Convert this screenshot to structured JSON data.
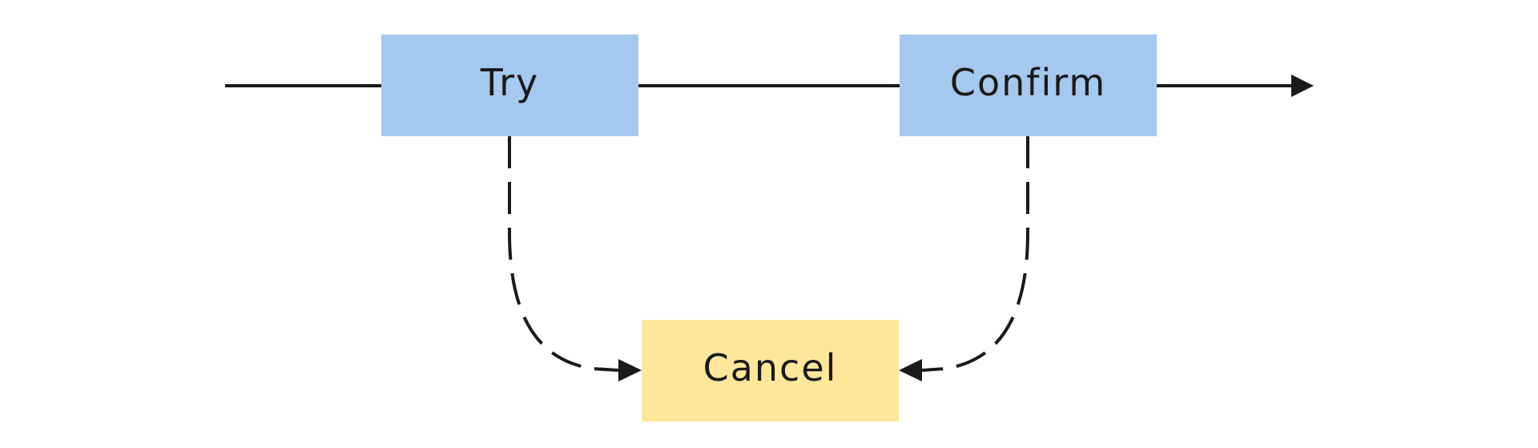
{
  "diagram": {
    "nodes": {
      "try": {
        "label": "Try",
        "fill": "#a5c8ef"
      },
      "confirm": {
        "label": "Confirm",
        "fill": "#a5c8ef"
      },
      "cancel": {
        "label": "Cancel",
        "fill": "#fee79b"
      }
    },
    "edges": [
      {
        "from": "start",
        "to": "try",
        "style": "solid"
      },
      {
        "from": "try",
        "to": "confirm",
        "style": "solid"
      },
      {
        "from": "confirm",
        "to": "end",
        "style": "solid",
        "arrow": true
      },
      {
        "from": "try",
        "to": "cancel",
        "style": "dashed",
        "arrow": true
      },
      {
        "from": "confirm",
        "to": "cancel",
        "style": "dashed",
        "arrow": true
      }
    ],
    "colors": {
      "line": "#1a1a1a",
      "background": "#ffffff"
    }
  }
}
